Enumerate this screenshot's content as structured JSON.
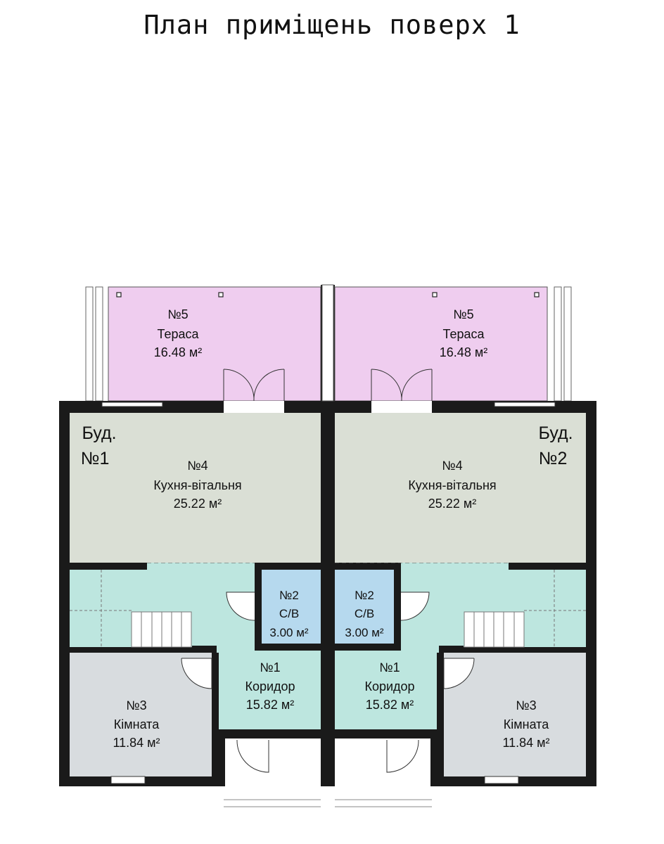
{
  "title": "План приміщень поверх 1",
  "colors": {
    "terrace": "#efcdef",
    "kitchen": "#dadfd5",
    "corridor": "#bde6df",
    "bathroom": "#b6d9ee",
    "room": "#d8dcdf",
    "wall": "#1a1a1a"
  },
  "buildings": [
    {
      "label_line1": "Буд.",
      "label_line2": "№1",
      "rooms": {
        "terrace": {
          "num": "№5",
          "name": "Тераса",
          "area": "16.48 м²"
        },
        "kitchen": {
          "num": "№4",
          "name": "Кухня-вітальня",
          "area": "25.22 м²"
        },
        "bathroom": {
          "num": "№2",
          "name": "С/В",
          "area": "3.00 м²"
        },
        "corridor": {
          "num": "№1",
          "name": "Коридор",
          "area": "15.82 м²"
        },
        "room": {
          "num": "№3",
          "name": "Кімната",
          "area": "11.84 м²"
        }
      }
    },
    {
      "label_line1": "Буд.",
      "label_line2": "№2",
      "rooms": {
        "terrace": {
          "num": "№5",
          "name": "Тераса",
          "area": "16.48 м²"
        },
        "kitchen": {
          "num": "№4",
          "name": "Кухня-вітальня",
          "area": "25.22 м²"
        },
        "bathroom": {
          "num": "№2",
          "name": "С/В",
          "area": "3.00 м²"
        },
        "corridor": {
          "num": "№1",
          "name": "Коридор",
          "area": "15.82 м²"
        },
        "room": {
          "num": "№3",
          "name": "Кімната",
          "area": "11.84 м²"
        }
      }
    }
  ]
}
